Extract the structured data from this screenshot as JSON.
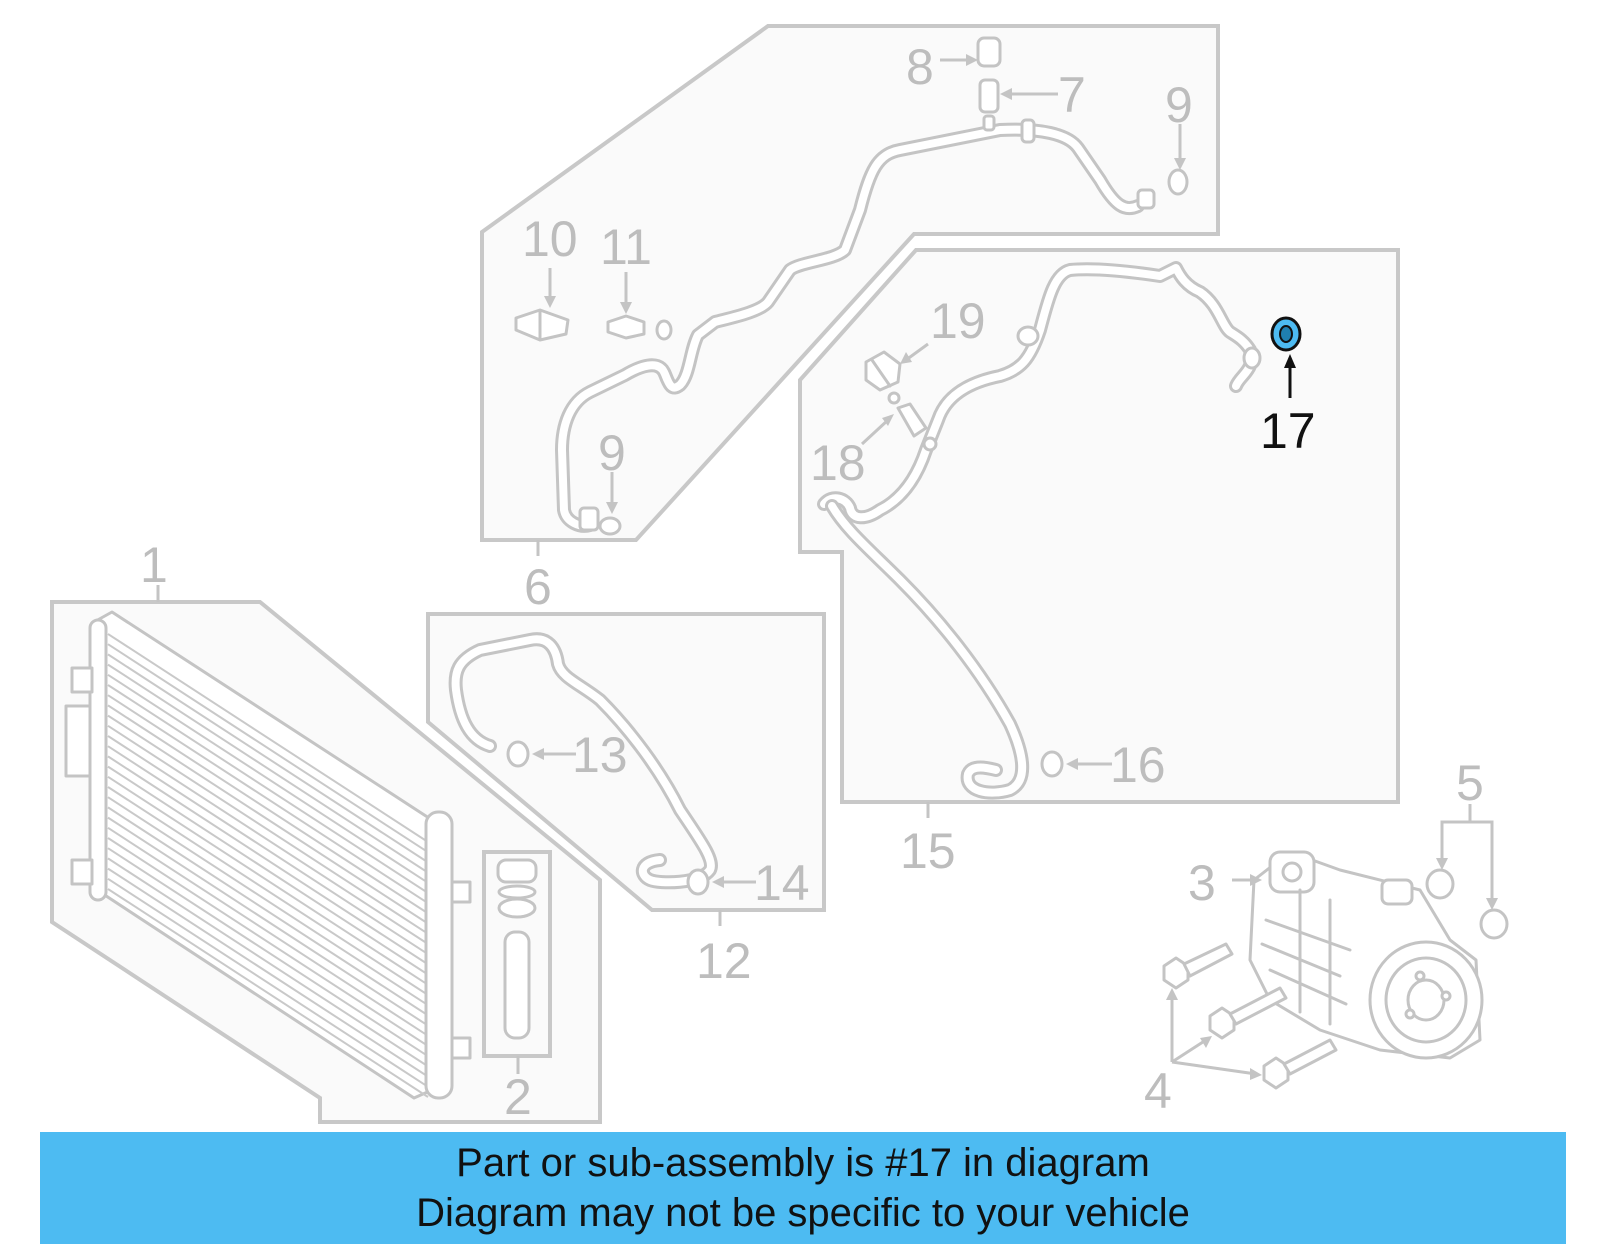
{
  "diagram": {
    "labels": {
      "p1": "1",
      "p2": "2",
      "p3": "3",
      "p4": "4",
      "p5": "5",
      "p6": "6",
      "p7": "7",
      "p8": "8",
      "p9a": "9",
      "p9b": "9",
      "p10": "10",
      "p11": "11",
      "p12": "12",
      "p13": "13",
      "p14": "14",
      "p15": "15",
      "p16": "16",
      "p17": "17",
      "p18": "18",
      "p19": "19"
    },
    "highlight_part": "17",
    "colors": {
      "highlight": "#4dbbf2",
      "line": "#c4c4c4",
      "banner": "#4dbbf2"
    }
  },
  "banner": {
    "line1": "Part or sub-assembly is #17 in diagram",
    "line2": "Diagram may not be specific to your vehicle"
  }
}
